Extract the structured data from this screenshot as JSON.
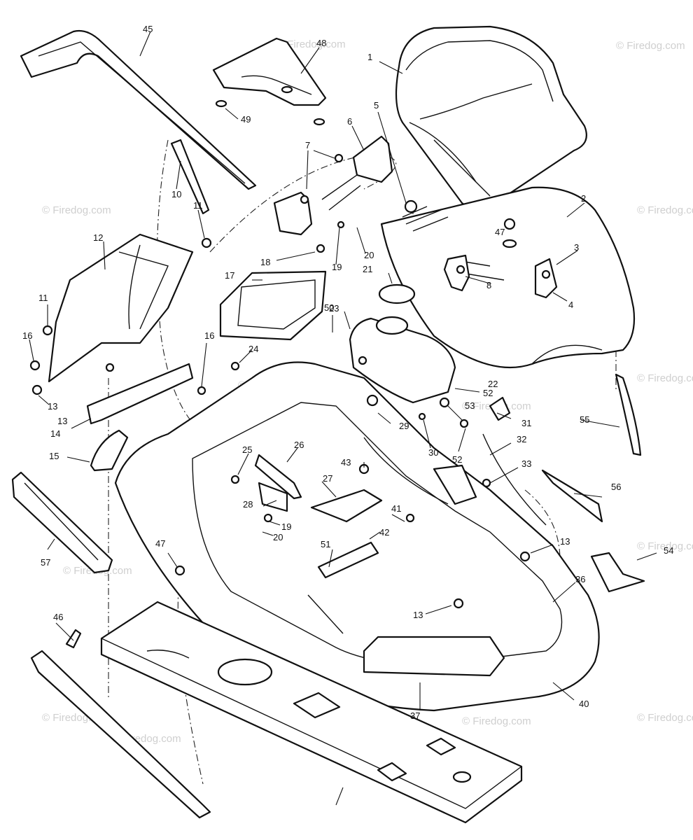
{
  "diagram": {
    "watermark": "© Firedog.com",
    "callouts": [
      "1",
      "2",
      "3",
      "4",
      "5",
      "6",
      "7",
      "8",
      "10",
      "11",
      "11",
      "12",
      "13",
      "13",
      "13",
      "13",
      "14",
      "15",
      "16",
      "16",
      "17",
      "18",
      "19",
      "19",
      "20",
      "20",
      "21",
      "22",
      "23",
      "24",
      "25",
      "26",
      "27",
      "28",
      "29",
      "30",
      "31",
      "32",
      "33",
      "36",
      "37",
      "40",
      "41",
      "42",
      "43",
      "45",
      "46",
      "47",
      "47",
      "48",
      "49",
      "50",
      "51",
      "52",
      "52",
      "53",
      "54",
      "55",
      "56",
      "57"
    ]
  }
}
